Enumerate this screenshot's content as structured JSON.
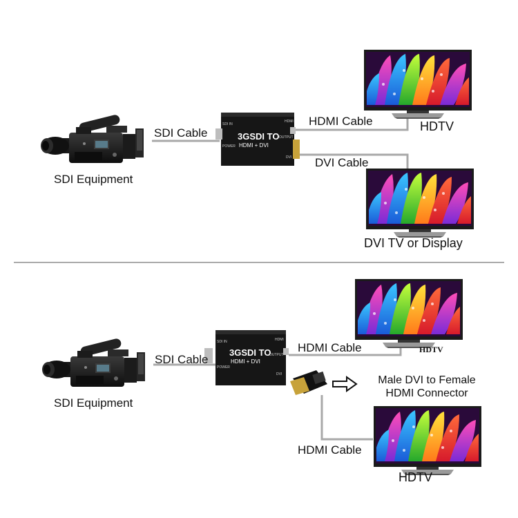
{
  "top": {
    "source_label": "SDI Equipment",
    "sdi_cable_label": "SDI Cable",
    "hdmi_cable_label": "HDMI Cable",
    "dvi_cable_label": "DVI Cable",
    "tv1_label": "HDTV",
    "tv2_label": "DVI TV or Display"
  },
  "bottom": {
    "source_label": "SDI Equipment",
    "sdi_cable_label": "SDI Cable",
    "hdmi_cable_label_1": "HDMI Cable",
    "hdmi_cable_label_2": "HDMI Cable",
    "adapter_label_line1": "Male DVI to Female",
    "adapter_label_line2": "HDMI Connector",
    "tv1_label": "HDTV",
    "tv2_label": "HDTV"
  },
  "device": {
    "brand_line1": "3GSDI TO",
    "brand_line2": "HDMI + DVI",
    "port_sdi_in": "SDI IN",
    "port_power": "POWER",
    "port_hdmi": "HDMI",
    "port_dvi": "DVI",
    "port_output": "OUTPUT"
  },
  "colors": {
    "cable": "#a8a8a8",
    "device_body": "#161616",
    "divider": "#555555"
  }
}
